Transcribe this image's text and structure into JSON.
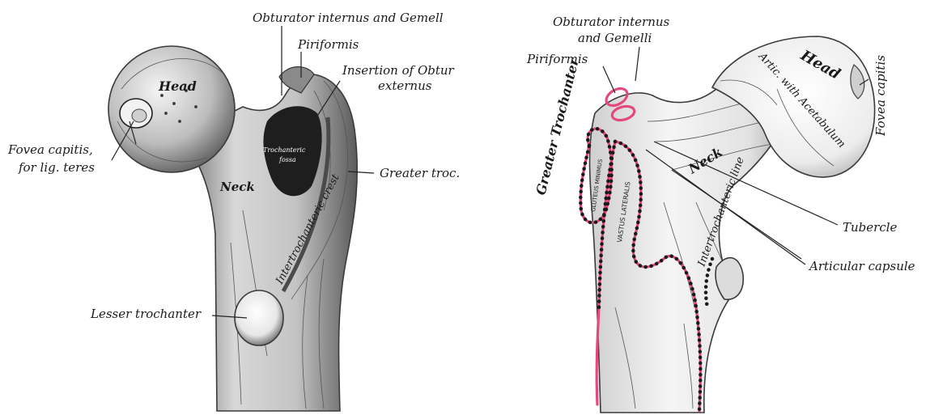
{
  "colors": {
    "background": "#ffffff",
    "bone_fill": "#e9e9e9",
    "bone_shade": "#9a9a9a",
    "ink": "#1a1a1a",
    "muscle_attachment": "#e5487a"
  },
  "left_figure": {
    "labels": {
      "obturator": "Obturator internus and Gemell",
      "piriformis": "Piriformis",
      "insertion_1": "Insertion of Obtur",
      "insertion_2": "externus",
      "head": "Head",
      "fovea_1": "Fovea capitis,",
      "fovea_2": "for lig. teres",
      "trochanteric_1": "Trochanteric",
      "trochanteric_2": "fossa",
      "greater": "Greater troc.",
      "neck": "Neck",
      "crest": "Intertrochanteric crest",
      "lesser": "Lesser trochanter"
    }
  },
  "right_figure": {
    "labels": {
      "obturator_1": "Obturator internus",
      "obturator_2": "and Gemelli",
      "piriformis": "Piriformis",
      "greater": "Greater Trochanter",
      "head": "Head",
      "artic": "Artic. with Acetabulum",
      "fovea": "Fovea capitis",
      "neck": "Neck",
      "gluteus": "GLUTEUS MINIMUS",
      "vastus": "VASTUS LATERALIS",
      "intertroch": "Intertrochanteric line",
      "tubercle": "Tubercle",
      "capsule": "Articular capsule"
    }
  }
}
